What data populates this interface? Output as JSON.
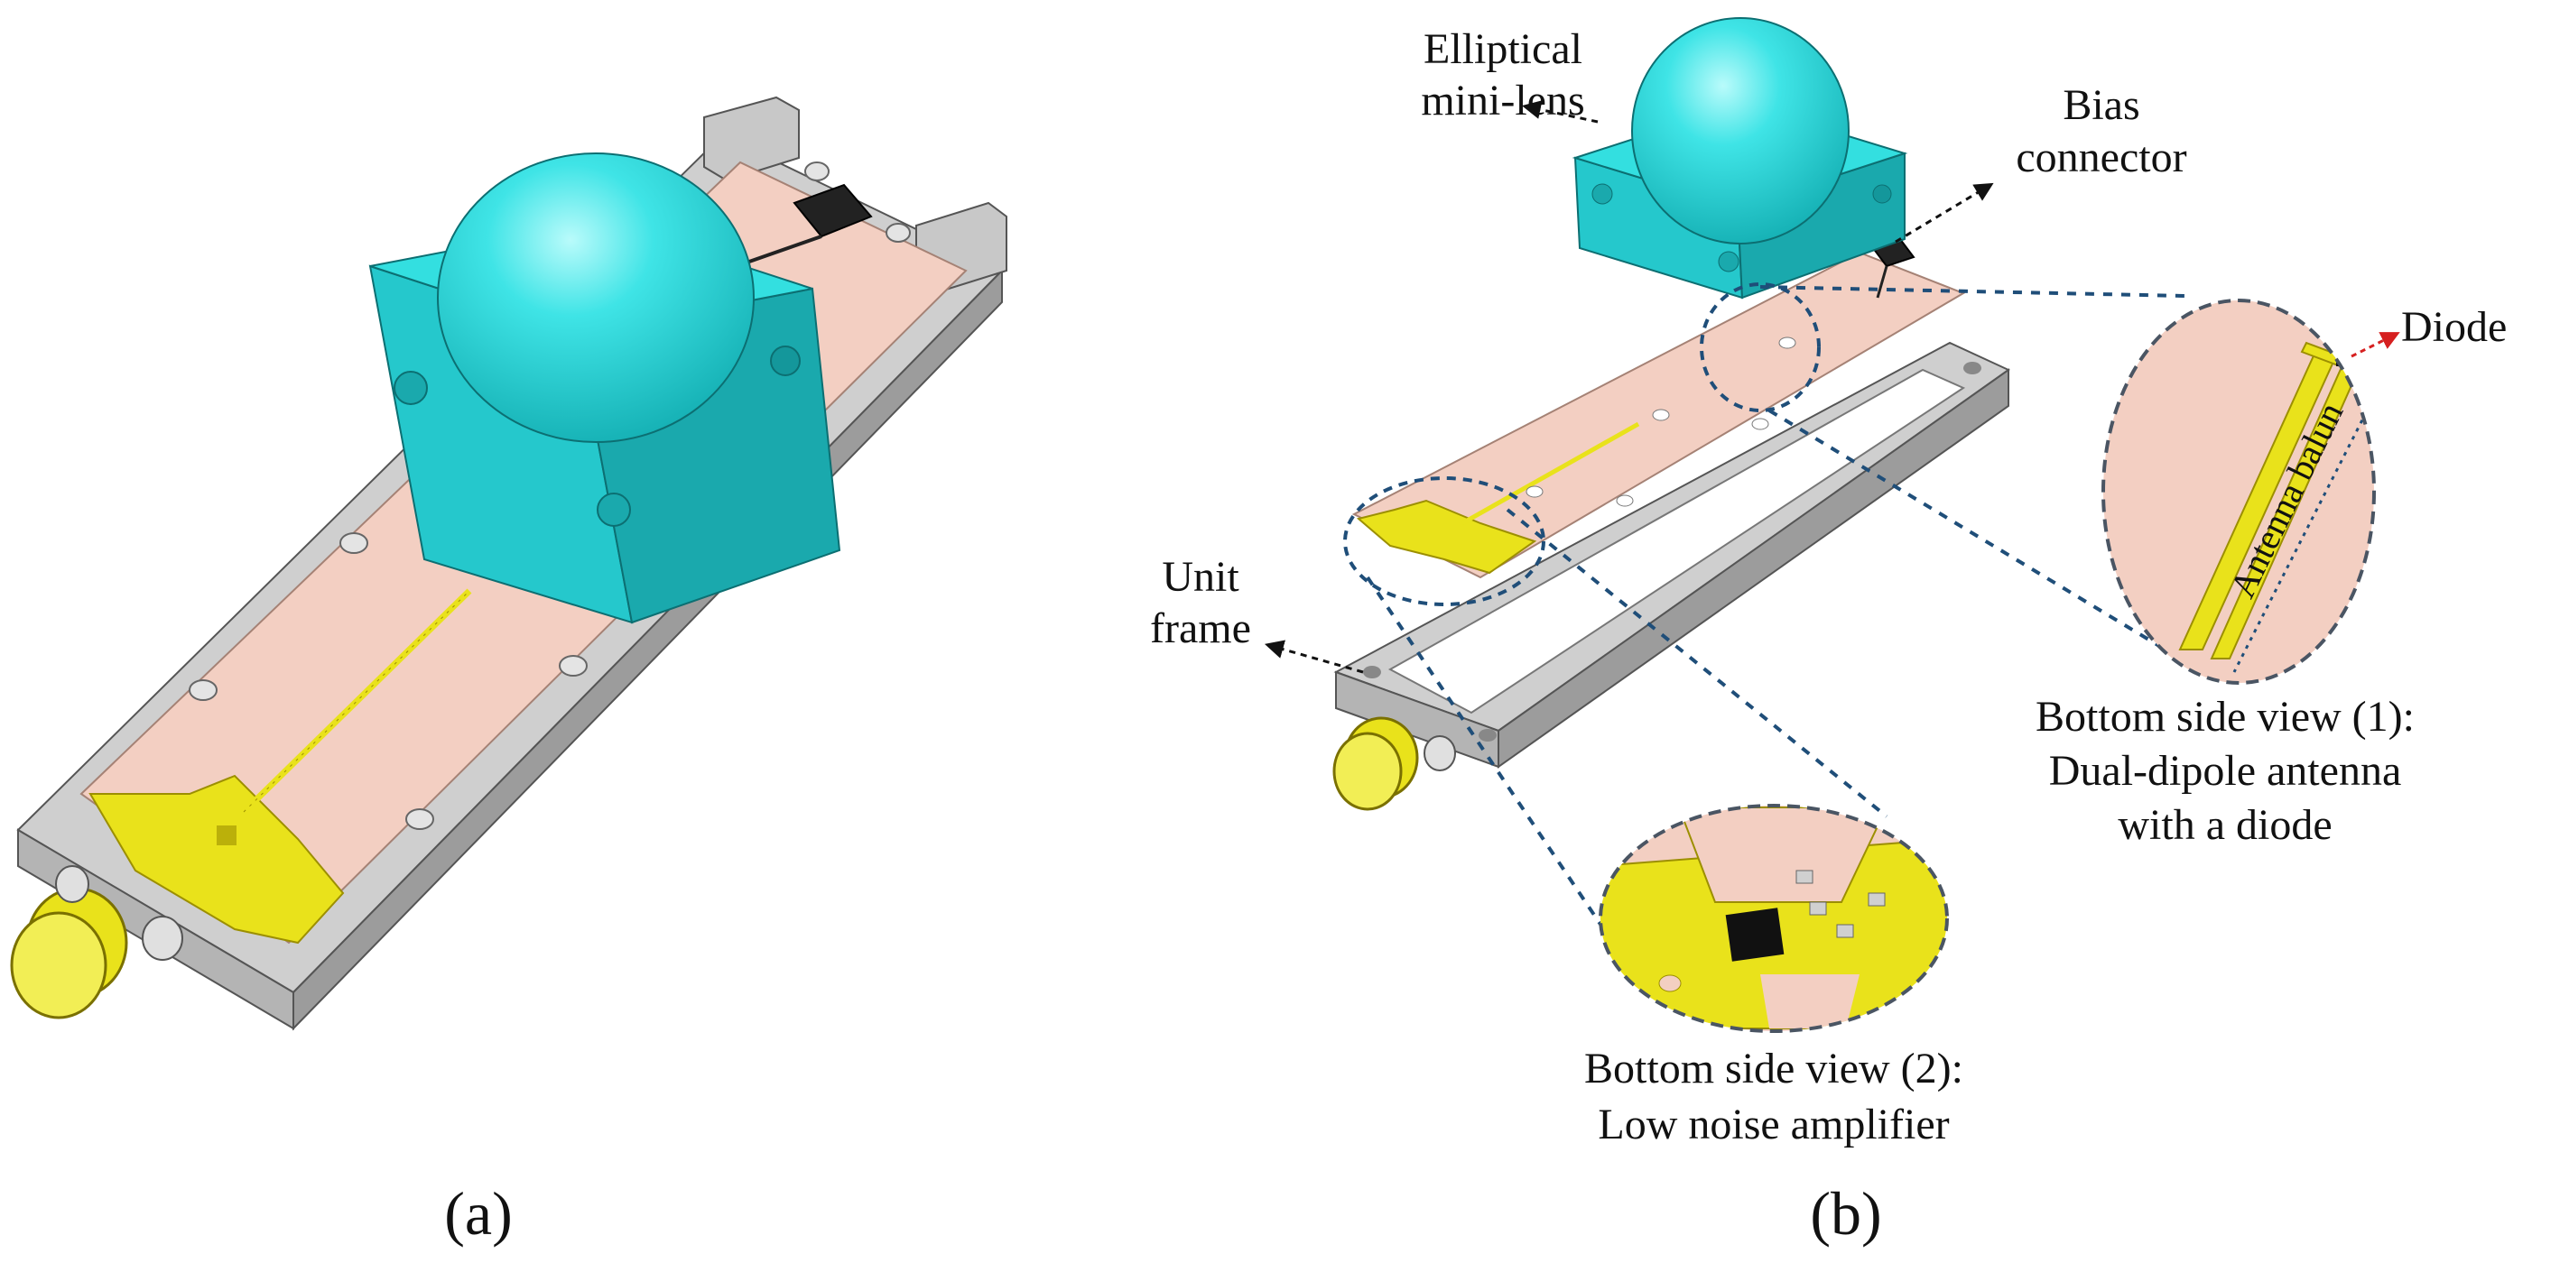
{
  "panels": {
    "a": "(a)",
    "b": "(b)"
  },
  "labels": {
    "lens_line1": "Elliptical",
    "lens_line2": "mini-lens",
    "bias_line1": "Bias",
    "bias_line2": "connector",
    "diode": "Diode",
    "balun": "Antenna balun",
    "frame_line1": "Unit",
    "frame_line2": "frame",
    "view1_line1": "Bottom side view (1):",
    "view1_line2": "Dual-dipole antenna",
    "view1_line3": "with a diode",
    "view2_line1": "Bottom side view (2):",
    "view2_line2": "Low noise amplifier"
  },
  "colors": {
    "lens": "#33dfe0",
    "lens_dark": "#18b4b8",
    "pcb": "#f3cfc2",
    "pcb_edge": "#b08d80",
    "gold": "#e9e21b",
    "gold_dark": "#9c8f00",
    "frame": "#cfcfcf",
    "frame_dark": "#8e8e8e",
    "leader": "#1f4e79",
    "diode_arrow": "#d62020",
    "zoom_ring": "#4a5563"
  }
}
